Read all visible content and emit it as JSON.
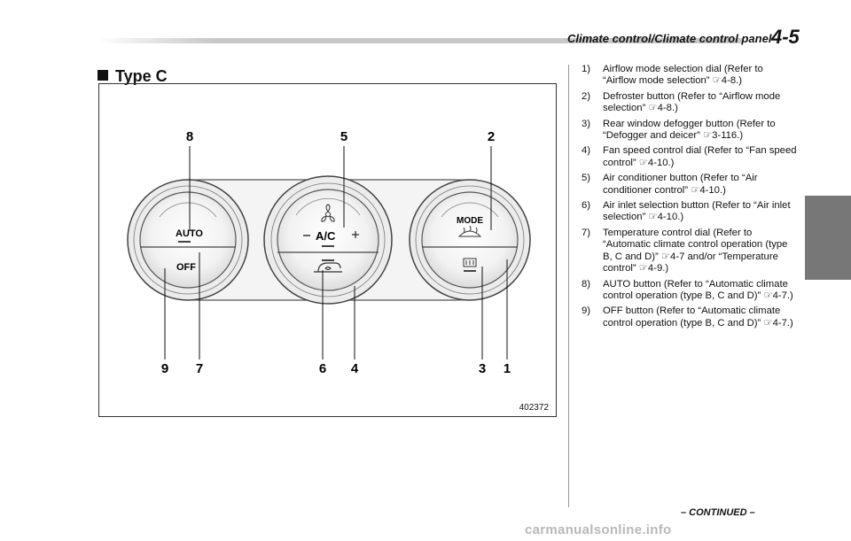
{
  "header": {
    "title": "Climate control/Climate control panel",
    "page": "4-5"
  },
  "section": {
    "title": "Type C"
  },
  "figure": {
    "id": "402372",
    "callouts": [
      "8",
      "5",
      "2",
      "9",
      "7",
      "6",
      "4",
      "3",
      "1"
    ],
    "button_labels": {
      "auto": "AUTO",
      "off": "OFF",
      "ac": "A/C",
      "mode": "MODE"
    }
  },
  "items": [
    {
      "num": "1)",
      "text": "Airflow mode selection dial (Refer to “Airflow mode selection” ☞4-8.)"
    },
    {
      "num": "2)",
      "text": "Defroster button (Refer to “Airflow mode selection” ☞4-8.)"
    },
    {
      "num": "3)",
      "text": "Rear window defogger button (Refer to “Defogger and deicer” ☞3-116.)"
    },
    {
      "num": "4)",
      "text": "Fan speed control dial (Refer to “Fan speed control” ☞4-10.)"
    },
    {
      "num": "5)",
      "text": "Air conditioner button (Refer to “Air conditioner control” ☞4-10.)"
    },
    {
      "num": "6)",
      "text": "Air inlet selection button (Refer to “Air inlet selection” ☞4-10.)"
    },
    {
      "num": "7)",
      "text": "Temperature control dial (Refer to “Automatic climate control operation (type B, C and D)” ☞4-7 and/or “Temperature control” ☞4-9.)"
    },
    {
      "num": "8)",
      "text": "AUTO button (Refer to “Automatic climate control operation (type B, C and D)” ☞4-7.)"
    },
    {
      "num": "9)",
      "text": "OFF button (Refer to “Automatic climate control operation (type B, C and D)” ☞4-7.)"
    }
  ],
  "footer": {
    "continued": "– CONTINUED –",
    "watermark": "carmanualsonline.info"
  }
}
